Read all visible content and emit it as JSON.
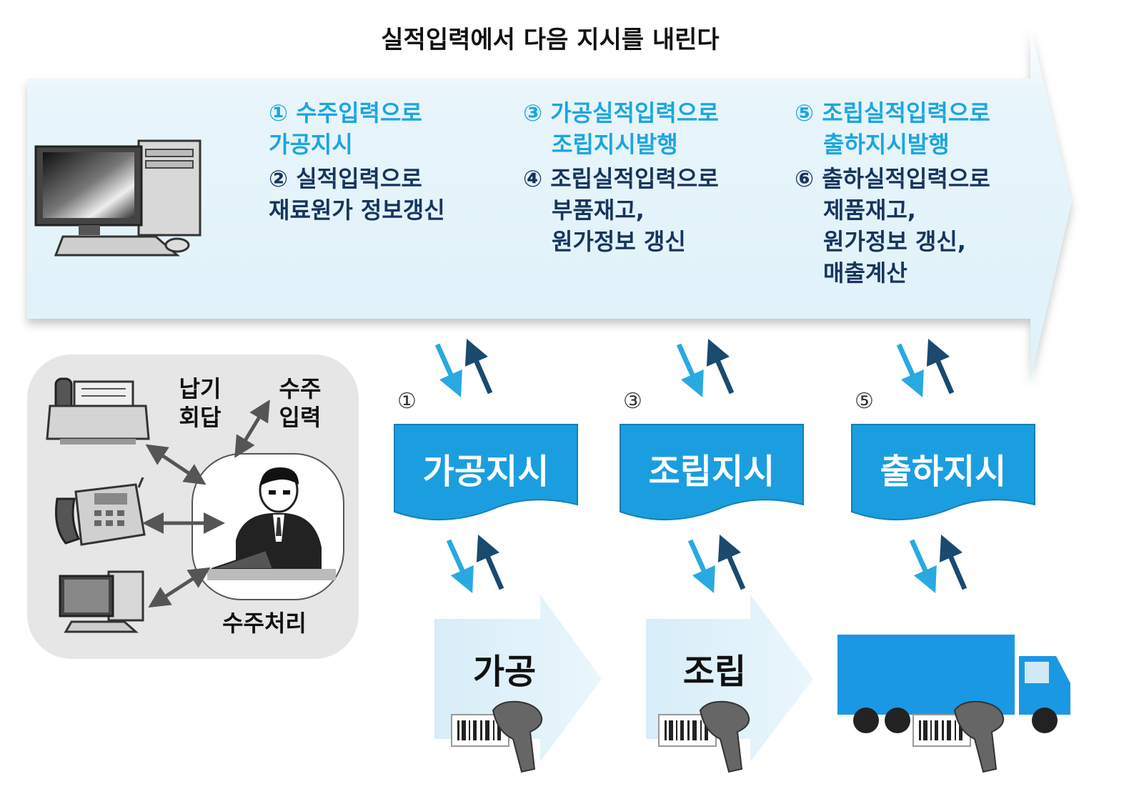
{
  "headline": "실적입력에서 다음 지시를 내린다",
  "steps": {
    "s1": {
      "num": "①",
      "line1": "수주입력으로",
      "line2": "가공지시"
    },
    "s2": {
      "num": "②",
      "line1": "실적입력으로",
      "line2": "재료원가 정보갱신"
    },
    "s3": {
      "num": "③",
      "line1": "가공실적입력으로",
      "line2": "조립지시발행"
    },
    "s4": {
      "num": "④",
      "line1": "조립실적입력으로",
      "line2": "부품재고,",
      "line3": "원가정보 갱신"
    },
    "s5": {
      "num": "⑤",
      "line1": "조립실적입력으로",
      "line2": "출하지시발행"
    },
    "s6": {
      "num": "⑥",
      "line1": "출하실적입력으로",
      "line2": "제품재고,",
      "line3": "원가정보 갱신,",
      "line4": "매출계산"
    }
  },
  "order_panel": {
    "delivery_reply_line1": "납기",
    "delivery_reply_line2": "회답",
    "order_entry_line1": "수주",
    "order_entry_line2": "입력",
    "order_processing": "수주처리"
  },
  "documents": [
    {
      "num": "①",
      "label": "가공지시"
    },
    {
      "num": "③",
      "label": "조립지시"
    },
    {
      "num": "⑤",
      "label": "출하지시"
    }
  ],
  "processes": [
    {
      "label": "가공"
    },
    {
      "label": "조립"
    }
  ],
  "colors": {
    "band_fill": "#e3f3fb",
    "accent_cyan": "#1ba6de",
    "text_navy": "#16355f",
    "doc_blue": "#1b9ee0",
    "truck_blue": "#1b98e3",
    "arrow_light": "#29a9e1",
    "arrow_dark": "#1a4a6e",
    "panel_gray": "#e6e6e6"
  },
  "icons": [
    "desktop-computer-icon",
    "fax-machine-icon",
    "telephone-icon",
    "office-worker-icon",
    "barcode-scanner-icon",
    "truck-icon"
  ]
}
